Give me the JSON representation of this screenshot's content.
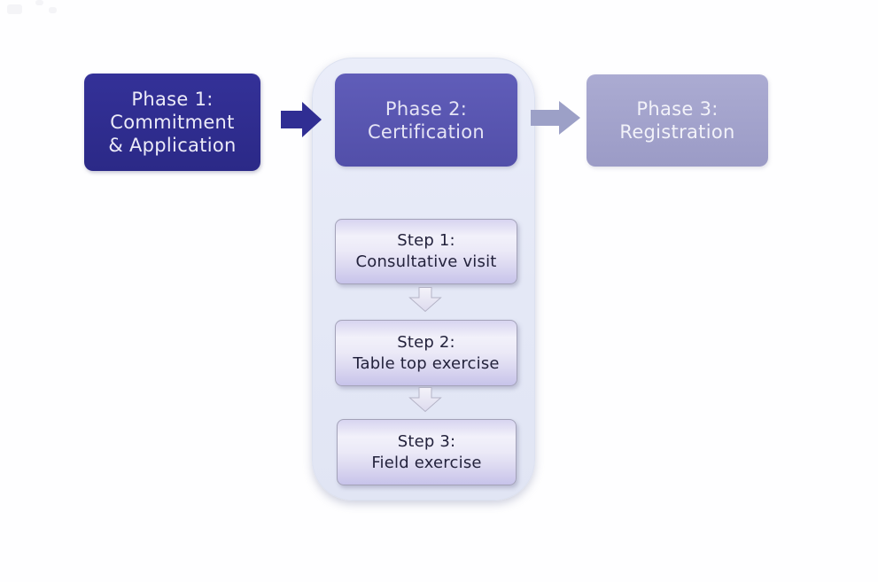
{
  "diagram": {
    "title": "",
    "type": "flowchart",
    "phases": [
      {
        "id": "phase-1",
        "lines": [
          "Phase 1:",
          "Commitment",
          "& Application"
        ],
        "fill": "#2d2b8d",
        "text_color": "#ecebf8"
      },
      {
        "id": "phase-2",
        "lines": [
          "Phase 2:",
          "Certification"
        ],
        "fill": "#5956b2",
        "text_color": "#e5e4f5"
      },
      {
        "id": "phase-3",
        "lines": [
          "Phase 3:",
          "Registration"
        ],
        "fill": "#a3a3cd",
        "text_color": "#f2f2f9"
      }
    ],
    "steps": [
      {
        "id": "step-1",
        "lines": [
          "Step 1:",
          "Consultative visit"
        ]
      },
      {
        "id": "step-2",
        "lines": [
          "Step 2:",
          "Table top exercise"
        ]
      },
      {
        "id": "step-3",
        "lines": [
          "Step 3:",
          "Field exercise"
        ]
      }
    ],
    "connectors": {
      "phase1_to_phase2": "right-arrow",
      "phase2_to_phase3": "right-arrow",
      "step1_to_step2": "down-arrow",
      "step2_to_step3": "down-arrow"
    },
    "colors": {
      "background": "#fefeff",
      "phase2_container_fill": "#e6eaf7",
      "step_fill_top": "#d7d4f0",
      "step_fill_bottom": "#c7c3ea",
      "step_border": "#a3a2b8",
      "step_text": "#23223c",
      "arrow_dark": "#302e93",
      "arrow_light": "#9ca0c7",
      "down_arrow_fill": "#efeef8",
      "down_arrow_border": "#b4b3c6"
    }
  }
}
